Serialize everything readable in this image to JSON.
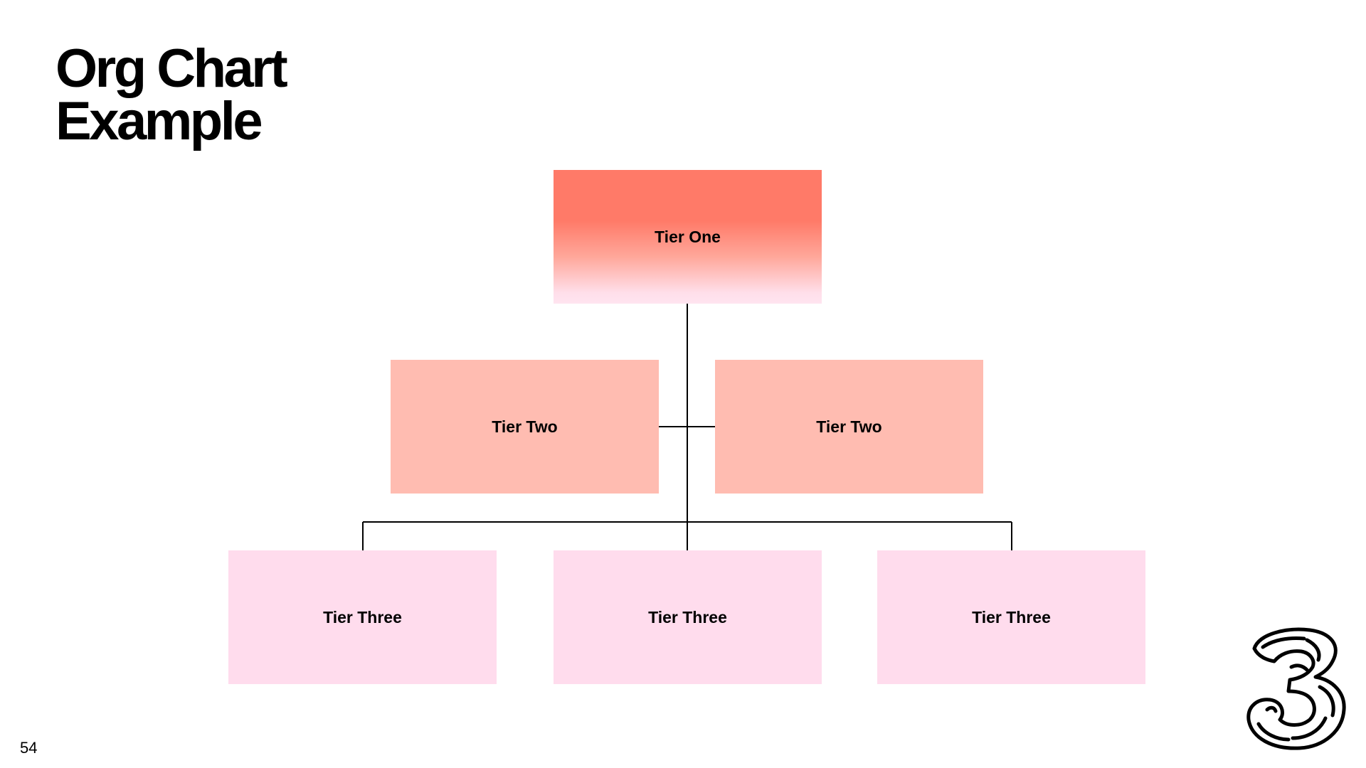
{
  "slide": {
    "title_line1": "Org Chart",
    "title_line2": "Example",
    "page_number": "54"
  },
  "org_chart": {
    "tier_one": {
      "label": "Tier One"
    },
    "tier_two": [
      {
        "label": "Tier Two"
      },
      {
        "label": "Tier Two"
      }
    ],
    "tier_three": [
      {
        "label": "Tier Three"
      },
      {
        "label": "Tier Three"
      },
      {
        "label": "Tier Three"
      }
    ]
  },
  "colors": {
    "tier_one_top": "#ff7a68",
    "tier_one_bottom": "#ffe4f0",
    "tier_two": "#ffbcb1",
    "tier_three": "#ffdced",
    "connector": "#000000",
    "text": "#000000"
  },
  "logo": {
    "icon": "three-logo-icon"
  }
}
